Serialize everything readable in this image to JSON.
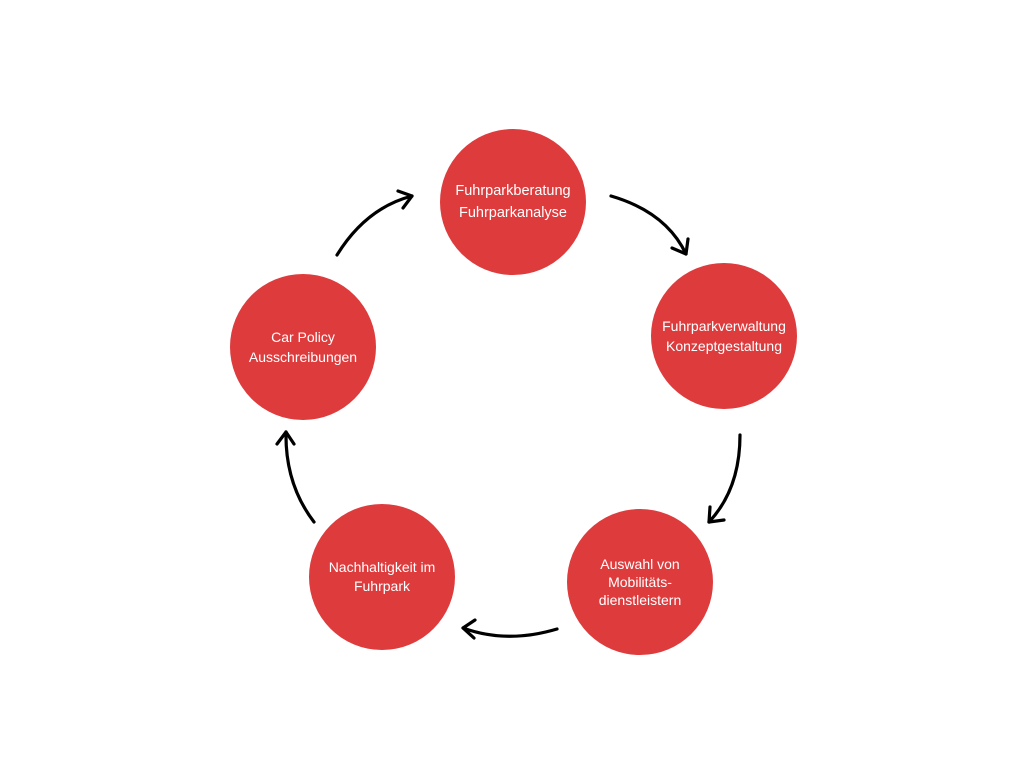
{
  "diagram": {
    "colors": {
      "node_fill": "#de3b3d",
      "node_text": "#ffffff",
      "arrow": "#000000",
      "background": "#ffffff"
    },
    "nodes": [
      {
        "id": "fuhrparkberatung",
        "lines": [
          "Fuhrparkberatung",
          "Fuhrparkanalyse"
        ]
      },
      {
        "id": "fuhrparkverwaltung",
        "lines": [
          "Fuhrparkverwaltung",
          "Konzeptgestaltung"
        ]
      },
      {
        "id": "auswahl",
        "lines": [
          "Auswahl von",
          "Mobilitäts-",
          "dienstleistern"
        ]
      },
      {
        "id": "nachhaltigkeit",
        "lines": [
          "Nachhaltigkeit im",
          "Fuhrpark"
        ]
      },
      {
        "id": "car-policy",
        "lines": [
          "Car Policy",
          "Ausschreibungen"
        ]
      }
    ],
    "edges": [
      {
        "from": "fuhrparkberatung",
        "to": "fuhrparkverwaltung"
      },
      {
        "from": "fuhrparkverwaltung",
        "to": "auswahl"
      },
      {
        "from": "auswahl",
        "to": "nachhaltigkeit"
      },
      {
        "from": "nachhaltigkeit",
        "to": "car-policy"
      },
      {
        "from": "car-policy",
        "to": "fuhrparkberatung"
      }
    ]
  }
}
